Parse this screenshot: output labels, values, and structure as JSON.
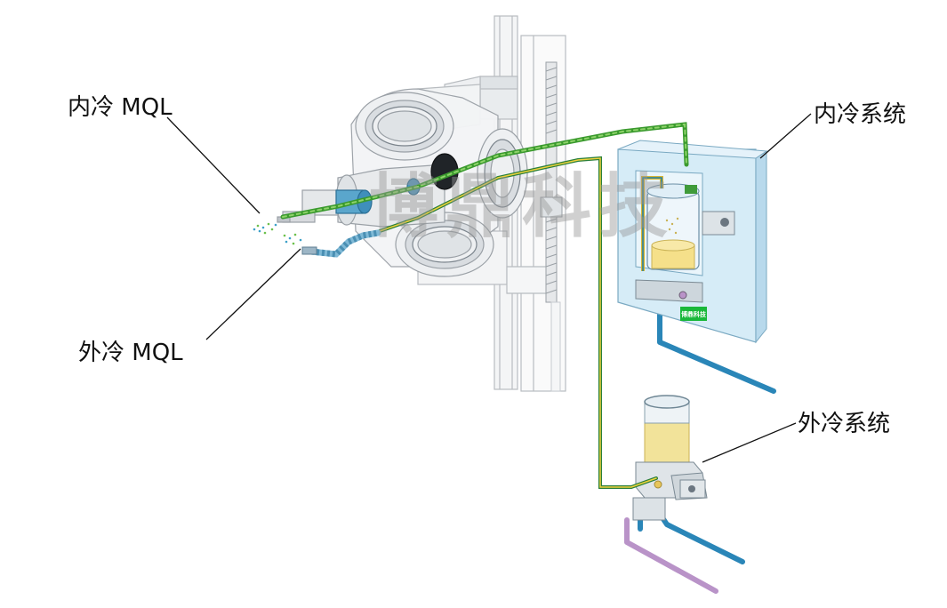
{
  "labels": {
    "internal_mql": "内冷 MQL",
    "external_mql": "外冷 MQL",
    "internal_system": "内冷系统",
    "external_system": "外冷系统"
  },
  "watermark": "博鼎科技",
  "unit_logo": "博鼎科技",
  "colors": {
    "line_green": "#3a9a2e",
    "line_blue": "#1c7fa8",
    "pipe_purple": "#b993c8",
    "pipe_blue": "#2a86b8",
    "oil_yellow": "#f5e08a",
    "box_blue": "#cfe8f5"
  }
}
